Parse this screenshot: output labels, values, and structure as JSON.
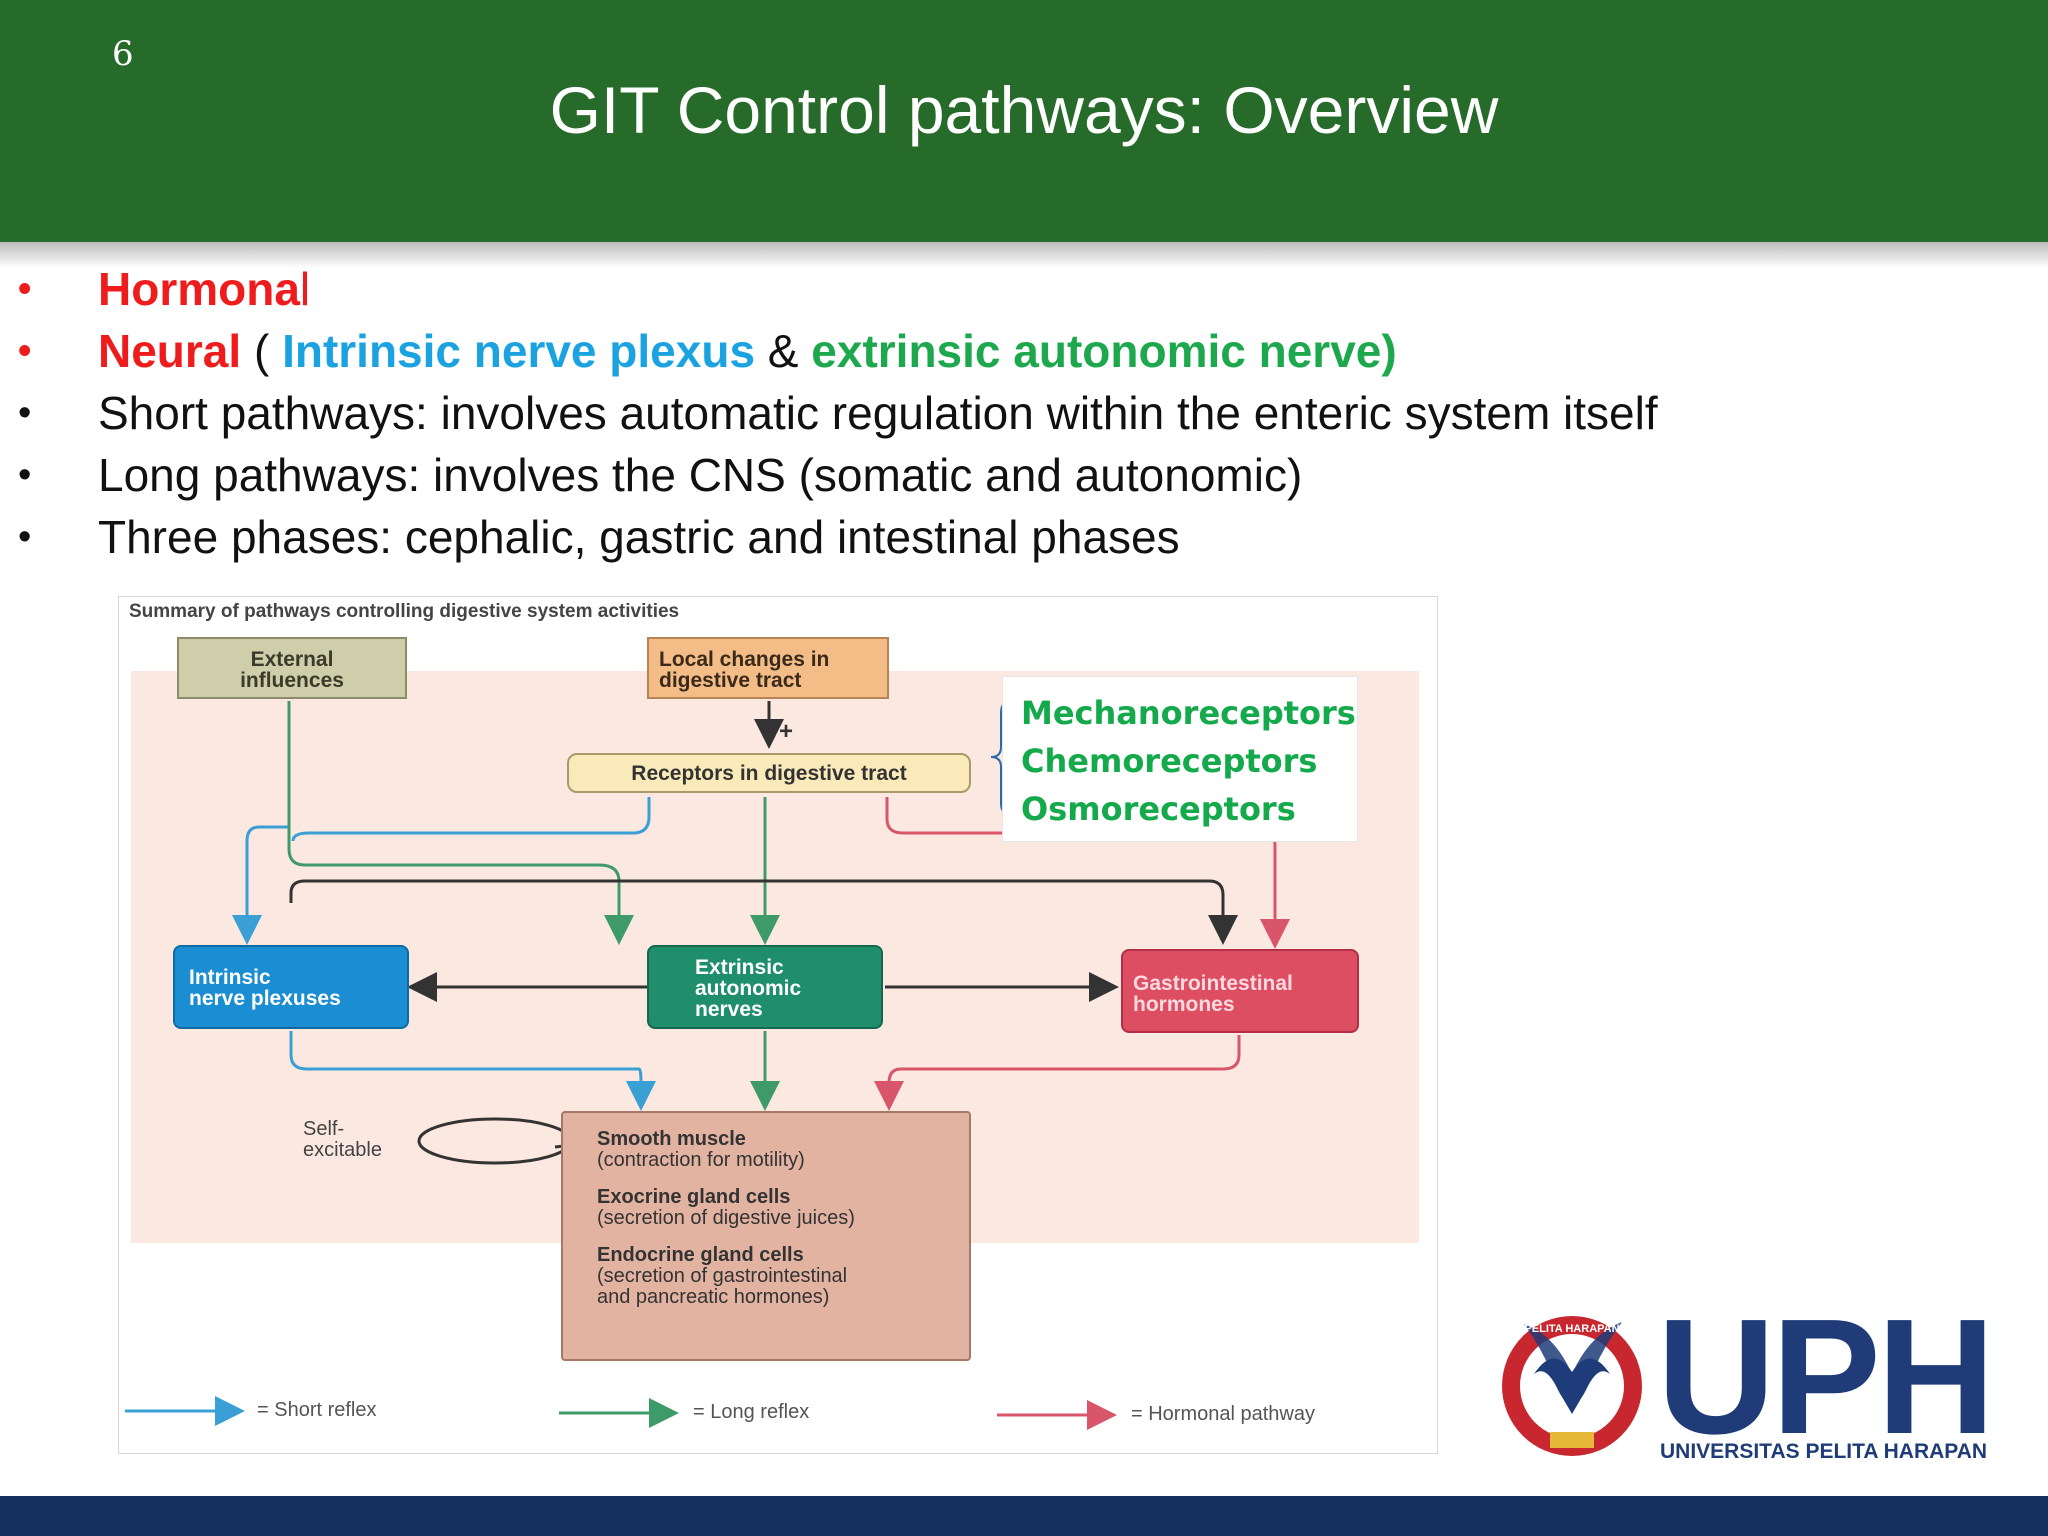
{
  "slide": {
    "number": "6",
    "title": "GIT Control pathways: Overview"
  },
  "bullets": {
    "b1": "Hormona",
    "b1_tail": "l",
    "b2_neural": "Neural",
    "b2_open": " ( ",
    "b2_intrinsic": "Intrinsic nerve plexus",
    "b2_amp": " & ",
    "b2_extrinsic": "extrinsic autonomic nerve)",
    "b3": "Short pathways: involves automatic regulation within the enteric system itself",
    "b4": "Long pathways: involves the CNS (somatic and autonomic)",
    "b5": "Three phases: cephalic, gastric and intestinal phases",
    "bullet_glyph": "•"
  },
  "diagram": {
    "title": "Summary of pathways controlling digestive system activities",
    "external": [
      "External",
      "influences"
    ],
    "local": [
      "Local changes in",
      "digestive tract"
    ],
    "plus": "+",
    "receptors": "Receptors in digestive tract",
    "intrinsic": [
      "Intrinsic",
      "nerve plexuses"
    ],
    "extrinsic": [
      "Extrinsic",
      "autonomic",
      "nerves"
    ],
    "gastro": [
      "Gastrointestinal",
      "hormones"
    ],
    "self_excitable": [
      "Self-",
      "excitable"
    ],
    "effectors": {
      "smooth_h": "Smooth muscle",
      "smooth_n": "(contraction for motility)",
      "exo_h": "Exocrine gland cells",
      "exo_n": "(secretion of digestive juices)",
      "endo_h": "Endocrine gland cells",
      "endo_n1": "(secretion of gastrointestinal",
      "endo_n2": "and pancreatic hormones)"
    },
    "legend": {
      "short": "= Short reflex",
      "long": "= Long reflex",
      "hormonal": "= Hormonal pathway"
    }
  },
  "receptor_types": [
    "Mechanoreceptors",
    "Chemoreceptors",
    "Osmoreceptors"
  ],
  "logo": {
    "text": "UPH",
    "subtitle": "UNIVERSITAS PELITA HARAPAN",
    "seal_text": "PELITA HARAPAN"
  },
  "colors": {
    "header": "#266b29",
    "footer": "#15305e",
    "hormonal": "#ee1c1c",
    "intrinsic": "#1aa3e0",
    "extrinsic": "#1ea84e"
  }
}
